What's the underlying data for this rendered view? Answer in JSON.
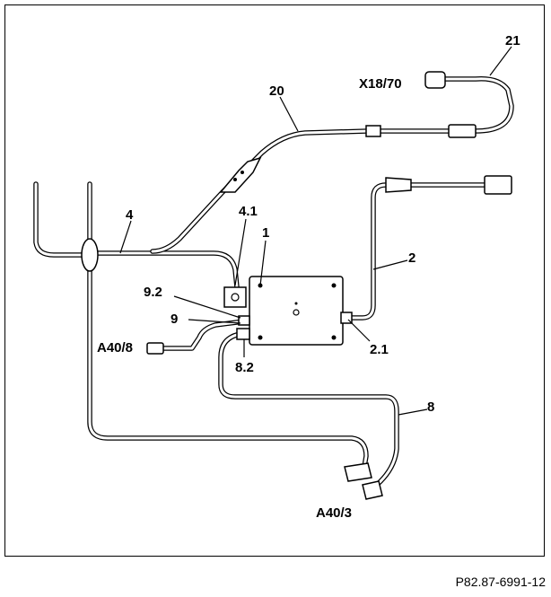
{
  "labels": {
    "l21": "21",
    "lX1870": "X18/70",
    "l20": "20",
    "l4": "4",
    "l41": "4.1",
    "l1": "1",
    "l2": "2",
    "l92": "9.2",
    "l9": "9",
    "lA408": "A40/8",
    "l82": "8.2",
    "l21b": "2.1",
    "l8": "8",
    "lA403": "A40/3"
  },
  "figure_id": "P82.87-6991-12"
}
